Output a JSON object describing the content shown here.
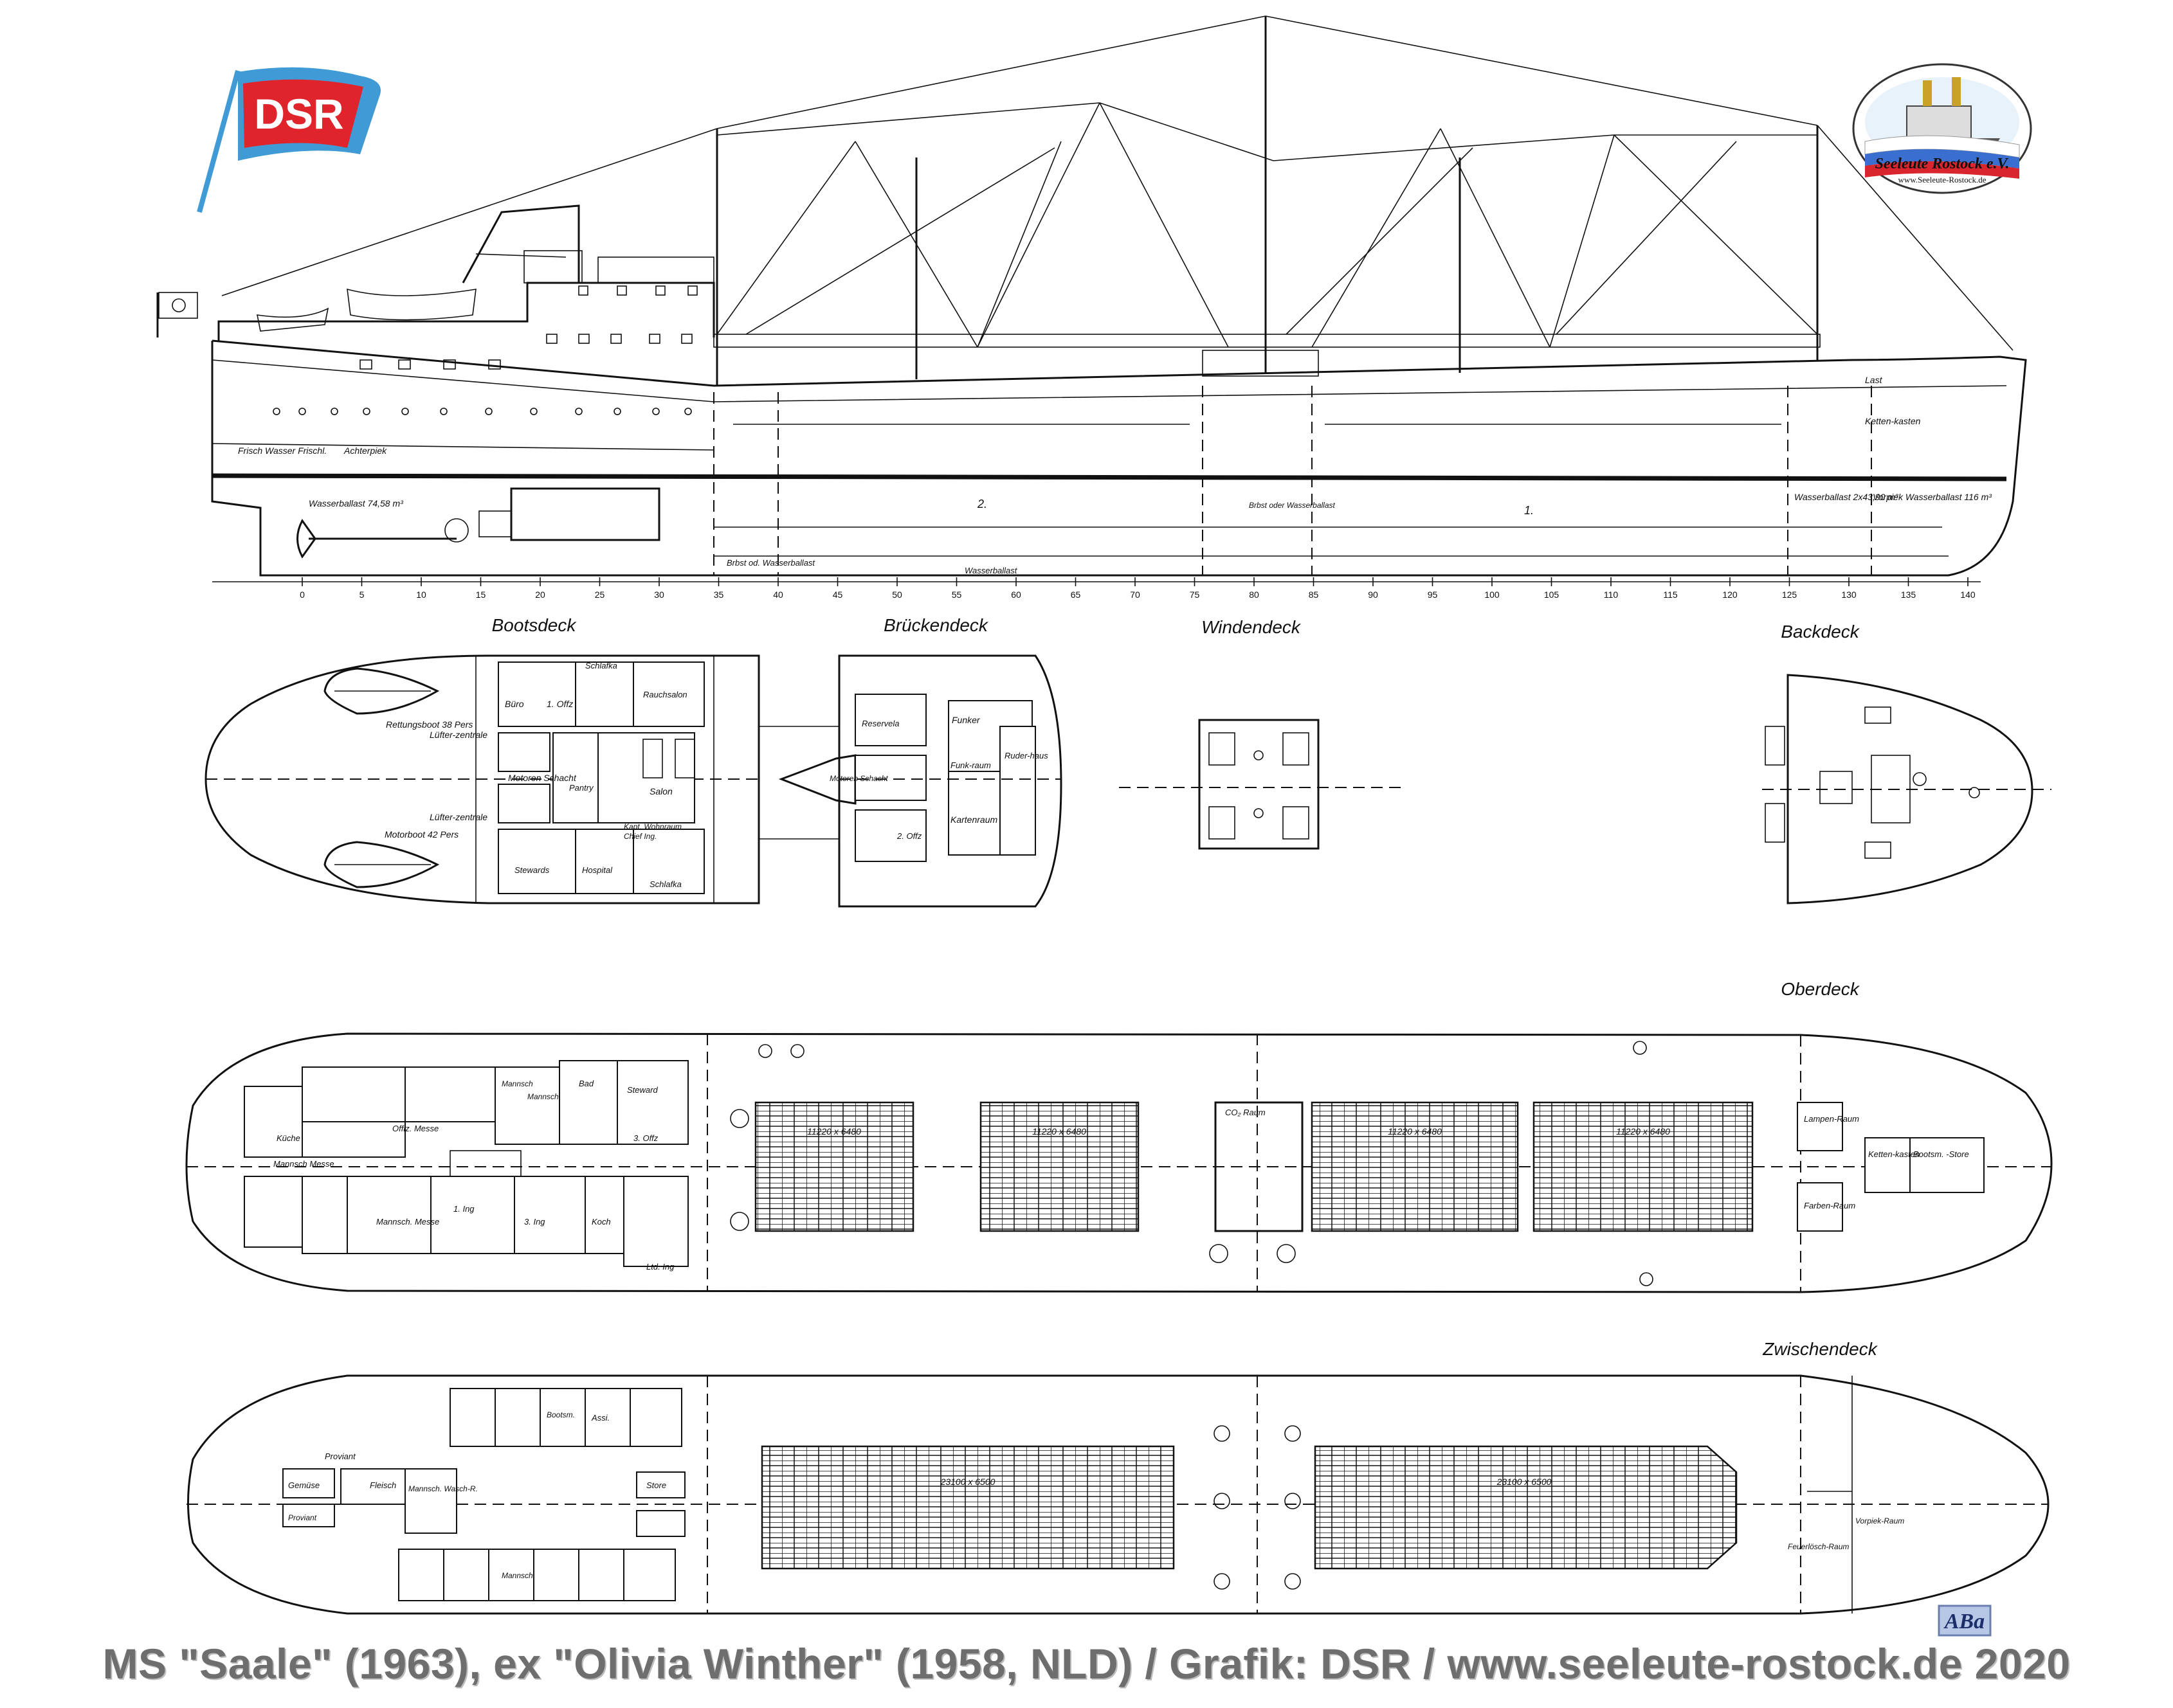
{
  "logos": {
    "dsr_flag_text": "DSR",
    "club_name": "Seeleute Rostock e.V.",
    "club_url": "www.Seeleute-Rostock.de",
    "aba_badge": "ABa"
  },
  "colors": {
    "flag_red": "#e0242c",
    "flag_blue": "#3f9ad6",
    "caption_grey": "#6e6e6e"
  },
  "deck_titles": {
    "boat": "Bootsdeck",
    "bridge": "Brückendeck",
    "winch": "Windendeck",
    "forecastle": "Backdeck",
    "upper": "Oberdeck",
    "tween": "Zwischendeck"
  },
  "profile_labels": {
    "fresh_water": "Frisch Wasser Frischl.",
    "aft_peak": "Achterpiek",
    "water_ballast_aft": "Wasserballast 74,58 m³",
    "hold2": "2.",
    "hold1": "1.",
    "fuel_or_ballast": "Brbst od. Wasserballast",
    "water_ballast_mid": "Wasserballast",
    "fore_ballast": "Wasserballast 2x43,90 m³",
    "fore_peak": "Vorpiek Wasserballast 116 m³",
    "chain_locker": "Ketten-kasten",
    "cargo_hold_label": "Last",
    "deep_tank": "Brbst oder Wasserballast"
  },
  "frame_scale": [
    "0",
    "5",
    "10",
    "15",
    "20",
    "25",
    "30",
    "35",
    "40",
    "45",
    "50",
    "55",
    "60",
    "65",
    "70",
    "75",
    "80",
    "85",
    "90",
    "95",
    "100",
    "105",
    "110",
    "115",
    "120",
    "125",
    "130",
    "135",
    "140"
  ],
  "boat_deck_labels": {
    "lifeboat": "Rettungsboot 38 Pers",
    "motorboat": "Motorboot 42 Pers",
    "fan_room_1": "Lüfter-zentrale",
    "fan_room_2": "Lüfter-zentrale",
    "engine_shaft": "Motoren Schacht",
    "office": "Büro",
    "officer1": "1. Offz",
    "sleeping": "Schlafka",
    "smoking": "Rauchsalon",
    "saloon": "Salon",
    "pantry": "Pantry",
    "stewards": "Stewards",
    "hospital": "Hospital",
    "chief_eng": "Chief Ing.",
    "cabin": "Kapt. Wohnraum",
    "sleeping_2": "Schlafka"
  },
  "bridge_deck_labels": {
    "radio": "Funker",
    "radio_room": "Funk-raum",
    "wheelhouse": "Ruder-haus",
    "chart_room": "Kartenraum",
    "reserve": "Reservela",
    "engine_shaft": "Motoren Schacht",
    "officer2": "2. Offz"
  },
  "upper_deck_labels": {
    "galley": "Küche",
    "mess": "Mannsch Messe",
    "officers_mess": "Offiz. Messe",
    "crew_mess": "Mannsch. Messe",
    "steward": "Steward",
    "bath": "Bad",
    "officer3": "3. Offz",
    "eng1": "1. Ing",
    "eng3": "3. Ing",
    "cook": "Koch",
    "eng_ltd": "Ltd. Ing",
    "crew_1": "Mannsch",
    "crew_2": "Mannsch",
    "co2": "CO₂ Raum",
    "lamp": "Lampen-Raum",
    "paint": "Farben-Raum",
    "chain": "Ketten-kasten",
    "bosun": "Bootsm. -Store",
    "hatch_dim": "11220 x 6480"
  },
  "tween_deck_labels": {
    "provisions": "Proviant",
    "vegetables": "Gemüse",
    "meat": "Fleisch",
    "provisions2": "Proviant",
    "crew_wash": "Mannsch. Wasch-R.",
    "crew": "Mannsch",
    "assi": "Assi.",
    "store": "Store",
    "fire_room": "Feuerlösch-Raum",
    "forward_store": "Vorpiek-Raum",
    "boatswain": "Bootsm.",
    "hatch_dim": "23100 x 6500"
  },
  "caption": "MS \"Saale\" (1963), ex \"Olivia Winther\" (1958, NLD) / Grafik: DSR / www.seeleute-rostock.de 2020"
}
